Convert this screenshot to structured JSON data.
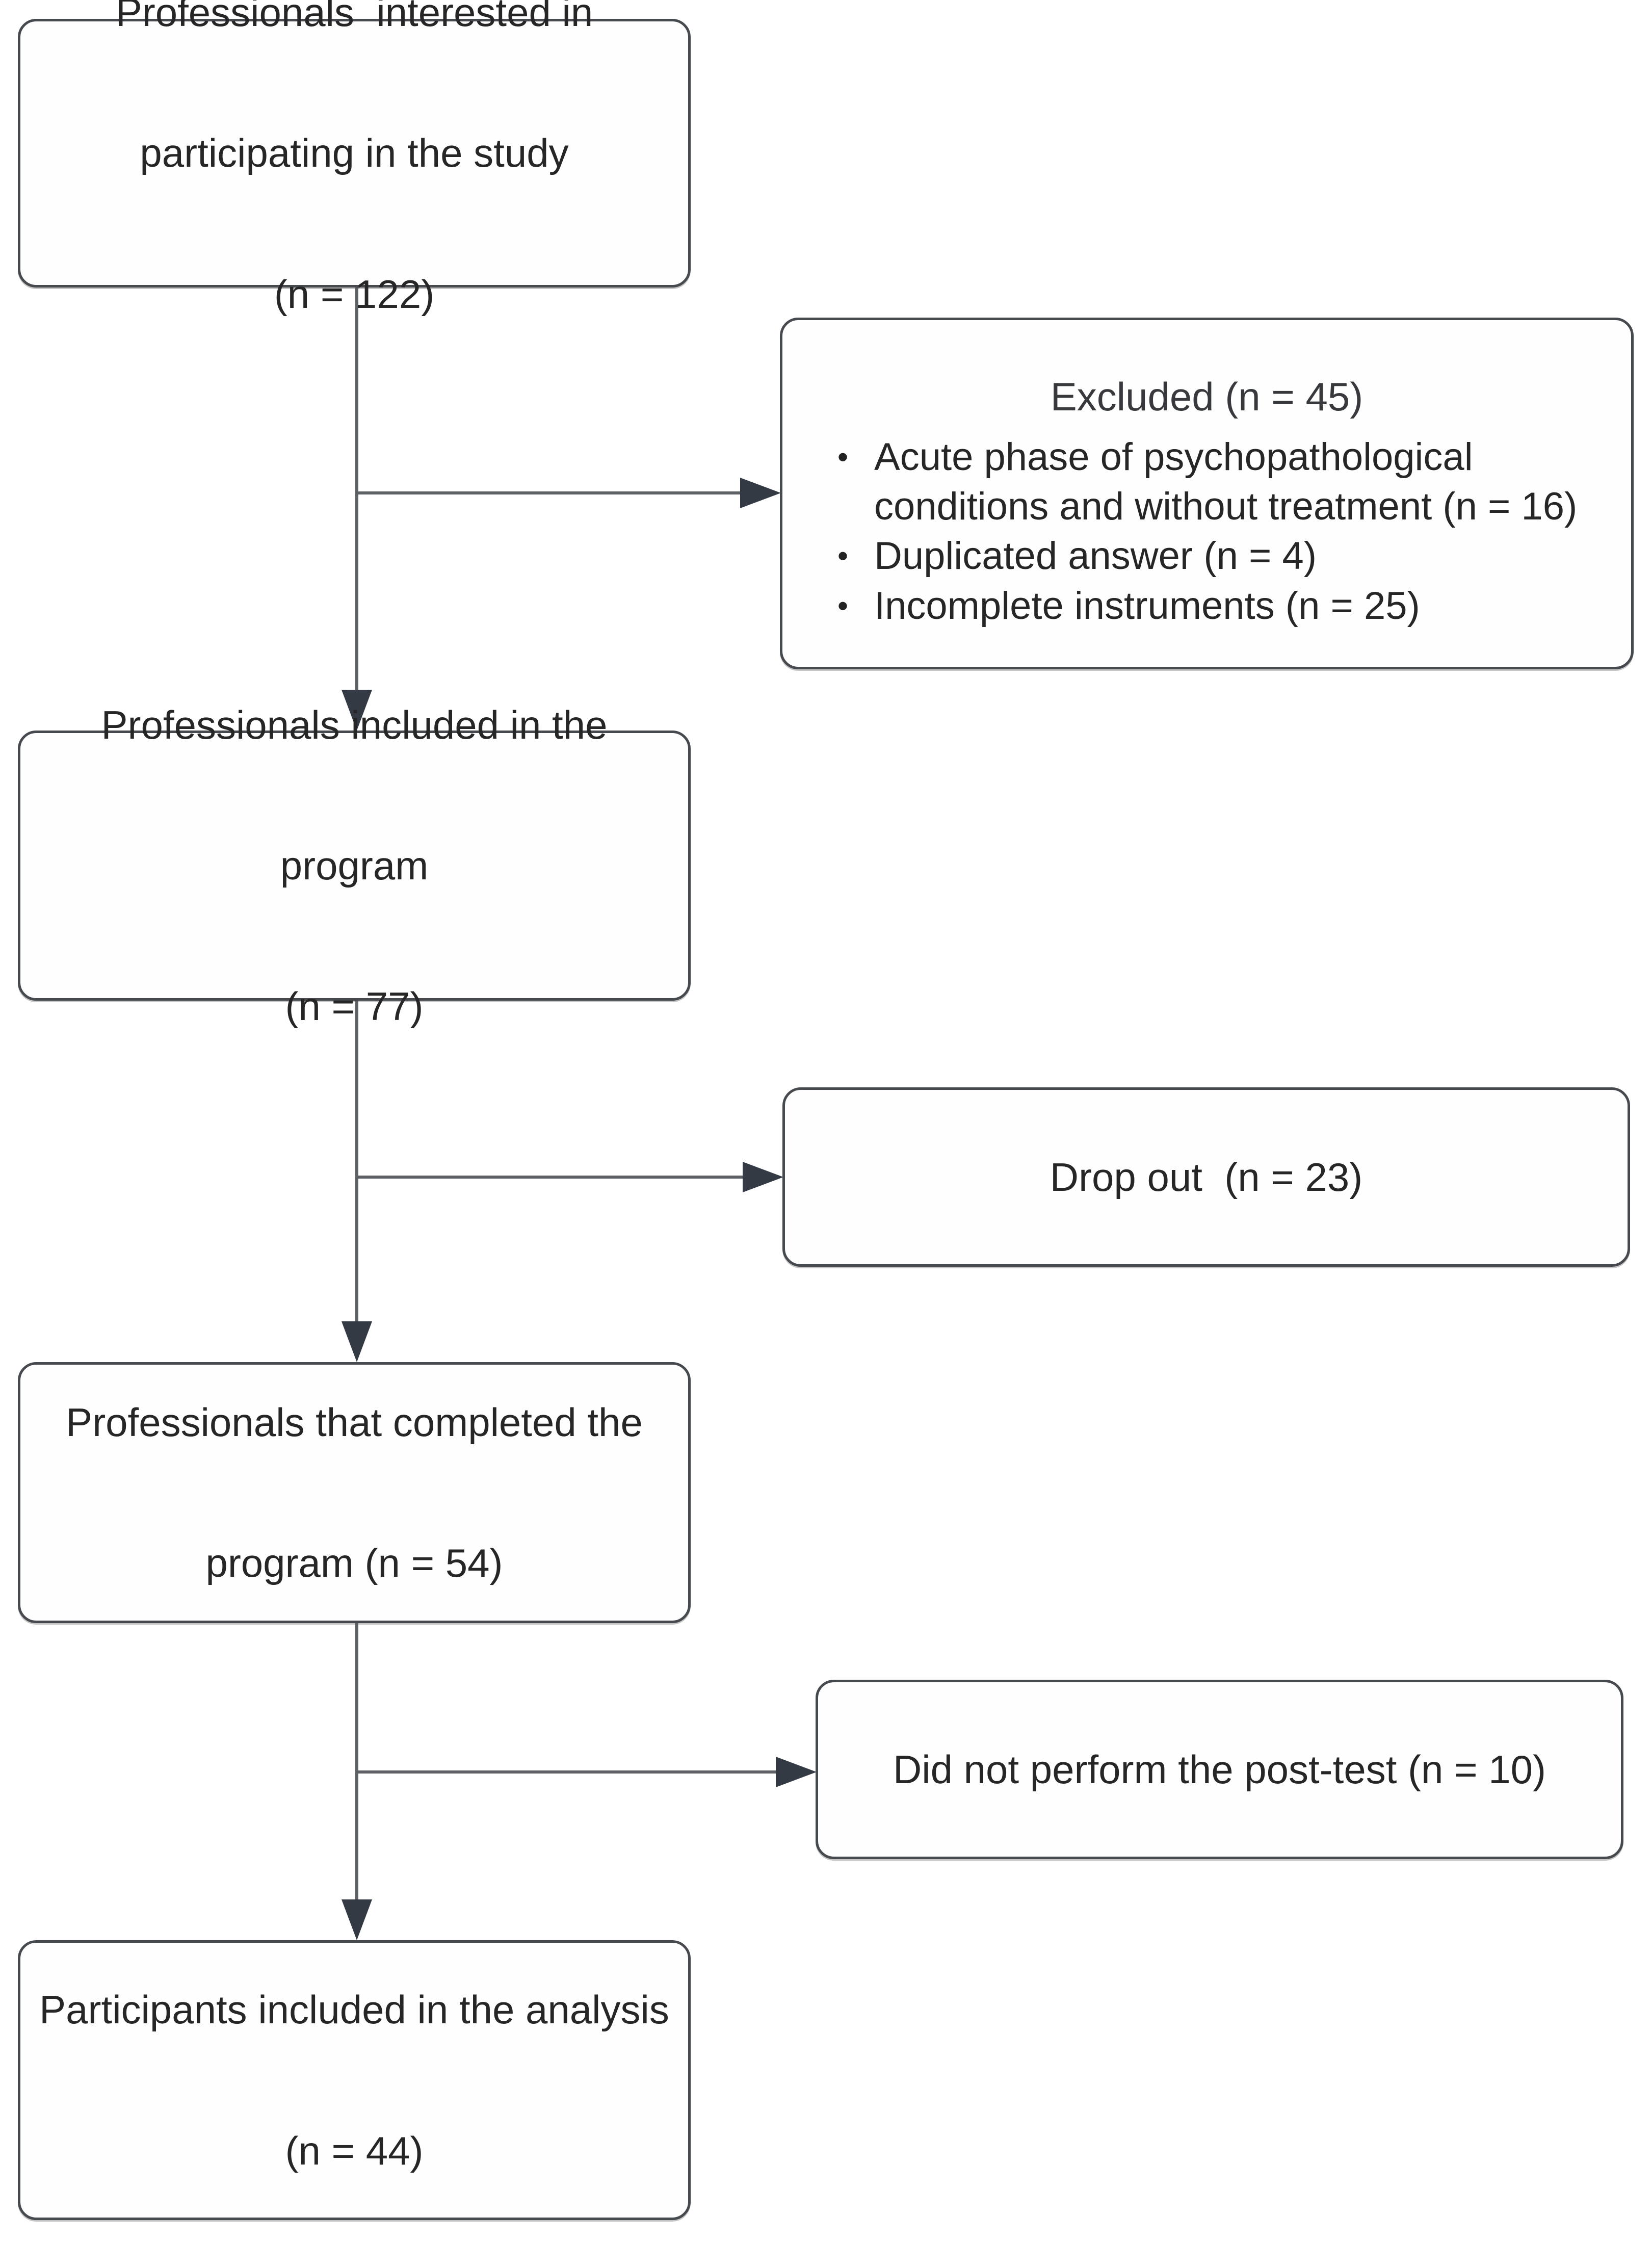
{
  "diagram": {
    "colors": {
      "background": "#ffffff",
      "box_fill": "#fefefe",
      "box_border": "#46494e",
      "connector": "#5d6165",
      "arrowhead": "#333a44",
      "text": "#262626"
    },
    "nodes": {
      "interested": {
        "lines": [
          "Professionals  interested in",
          "participating in the study",
          "(n = 122)"
        ]
      },
      "excluded": {
        "title": "Excluded (n = 45)",
        "bullet_glyph": "•",
        "bullets": [
          "Acute phase of psychopathological conditions and without treatment (n = 16)",
          "Duplicated answer (n = 4)",
          "Incomplete instruments (n = 25)"
        ]
      },
      "included": {
        "lines": [
          "Professionals included in the",
          "program",
          "(n = 77)"
        ]
      },
      "dropout": {
        "label": "Drop out  (n = 23)"
      },
      "completed": {
        "lines": [
          "Professionals that completed the",
          "program (n = 54)"
        ]
      },
      "posttest": {
        "label": "Did not perform the post-test (n = 10)"
      },
      "analysis": {
        "lines": [
          "Participants included in the analysis",
          "(n = 44)"
        ]
      }
    }
  }
}
